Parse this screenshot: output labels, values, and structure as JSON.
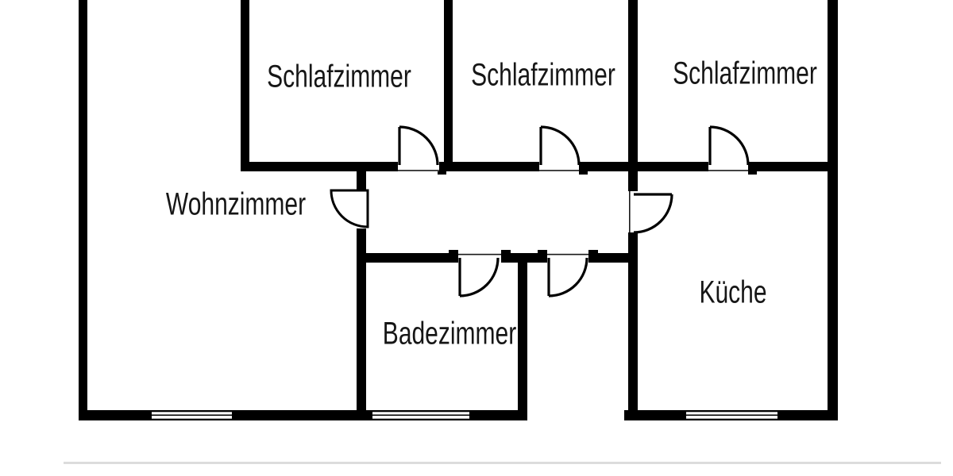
{
  "floorplan": {
    "rooms": [
      {
        "id": "schlafzimmer-1",
        "label": "Schlafzimmer"
      },
      {
        "id": "schlafzimmer-2",
        "label": "Schlafzimmer"
      },
      {
        "id": "schlafzimmer-3",
        "label": "Schlafzimmer"
      },
      {
        "id": "wohnzimmer",
        "label": "Wohnzimmer"
      },
      {
        "id": "badezimmer",
        "label": "Badezimmer"
      },
      {
        "id": "kueche",
        "label": "Küche"
      }
    ],
    "colors": {
      "wall": "#000000",
      "background": "#ffffff",
      "bottom_line": "#dcdcdc"
    }
  }
}
